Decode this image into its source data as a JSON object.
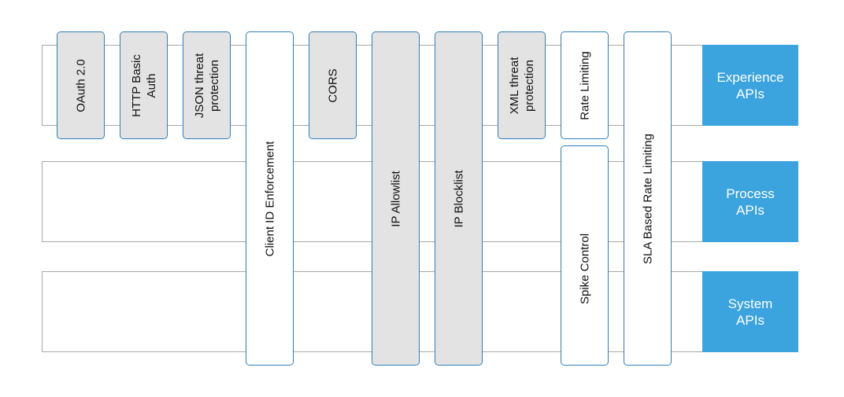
{
  "layers": [
    {
      "id": "experience",
      "label": "Experience\nAPIs"
    },
    {
      "id": "process",
      "label": "Process\nAPIs"
    },
    {
      "id": "system",
      "label": "System\nAPIs"
    }
  ],
  "policies": [
    {
      "id": "oauth",
      "label": "OAuth 2.0"
    },
    {
      "id": "http-basic-auth",
      "label": "HTTP Basic\nAuth"
    },
    {
      "id": "json-threat",
      "label": "JSON threat\nprotection"
    },
    {
      "id": "client-id",
      "label": "Client ID Enforcement"
    },
    {
      "id": "cors",
      "label": "CORS"
    },
    {
      "id": "ip-allowlist",
      "label": "IP Allowlist"
    },
    {
      "id": "ip-blocklist",
      "label": "IP Blocklist"
    },
    {
      "id": "xml-threat",
      "label": "XML threat\nprotection"
    },
    {
      "id": "rate-limiting",
      "label": "Rate Limiting"
    },
    {
      "id": "spike-control",
      "label": "Spike Control"
    },
    {
      "id": "sla-rate-limiting",
      "label": "SLA Based Rate Limiting"
    }
  ],
  "colors": {
    "layer_fill": "#3ba3dd",
    "policy_border": "#2f7fb8",
    "policy_gray": "#e3e3e3",
    "band_border": "#a8a8a8"
  }
}
